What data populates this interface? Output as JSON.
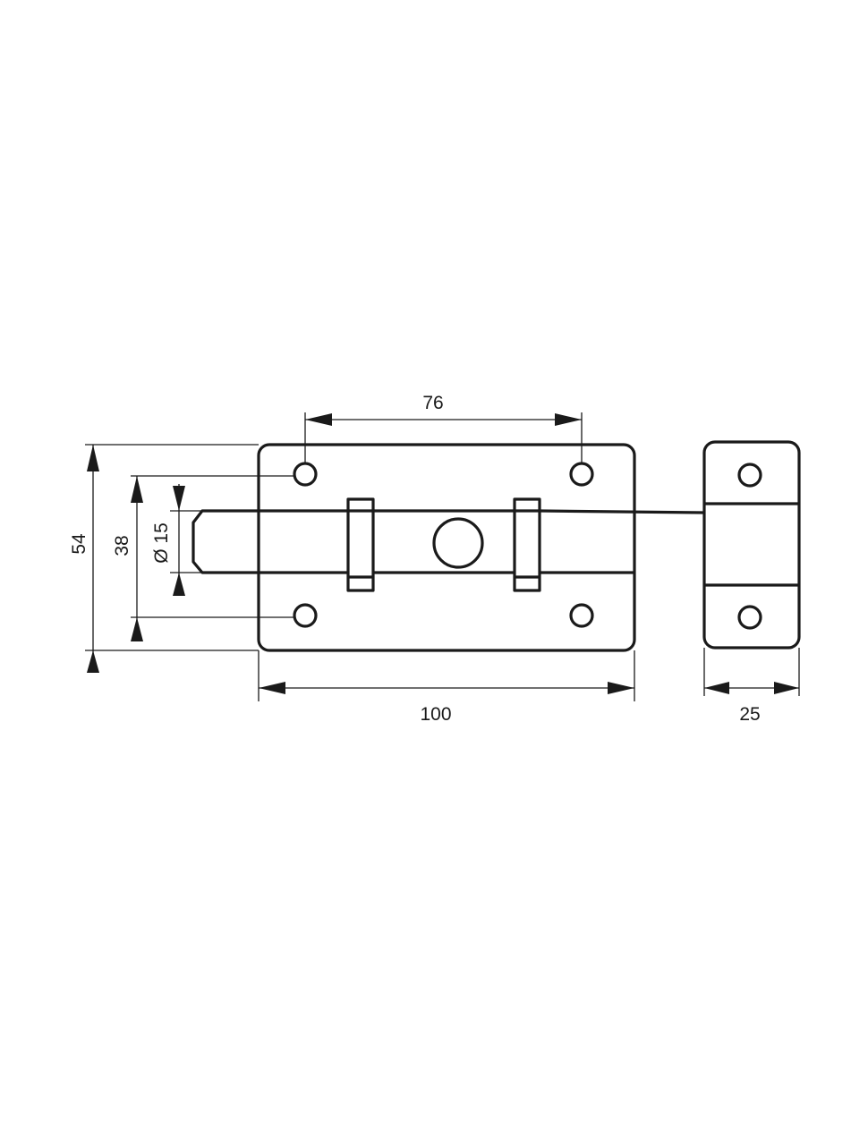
{
  "colors": {
    "line": "#1a1a1a",
    "background": "#ffffff"
  },
  "dimensions": {
    "hole_spacing": "76",
    "plate_height": "54",
    "hole_vertical_spacing": "38",
    "bolt_diameter": "Ø 15",
    "plate_width": "100",
    "keeper_width": "25"
  }
}
